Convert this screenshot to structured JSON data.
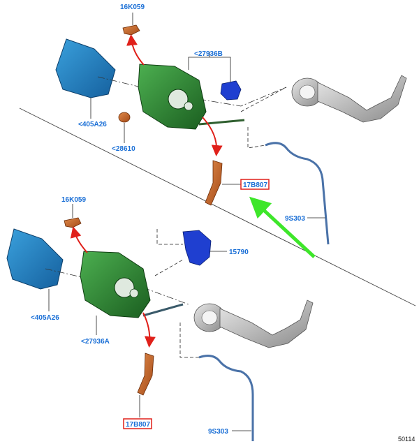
{
  "labels": {
    "top_16k059": "16K059",
    "top_27936b": "<27936B",
    "top_405a26": "<405A26",
    "top_28610": "<28610",
    "top_17b807": "17B807",
    "mid_9s303": "9S303",
    "bot_16k059": "16K059",
    "bot_15790": "15790",
    "bot_405a26": "<405A26",
    "bot_27936a": "<27936A",
    "bot_17b807": "17B807",
    "bot_9s303": "9S303",
    "ref_number": "50114"
  },
  "colors": {
    "label_blue": "#1a6fd6",
    "highlight_box": "#e0201a",
    "housing_green": "#2e7d32",
    "door_blue": "#1f7fc4",
    "clip_orange": "#c8642a",
    "actuator_blue": "#1f3fd0",
    "arrow_red": "#e0201a",
    "arrow_green": "#3ee62a",
    "tube_blue": "#4a72a8"
  }
}
